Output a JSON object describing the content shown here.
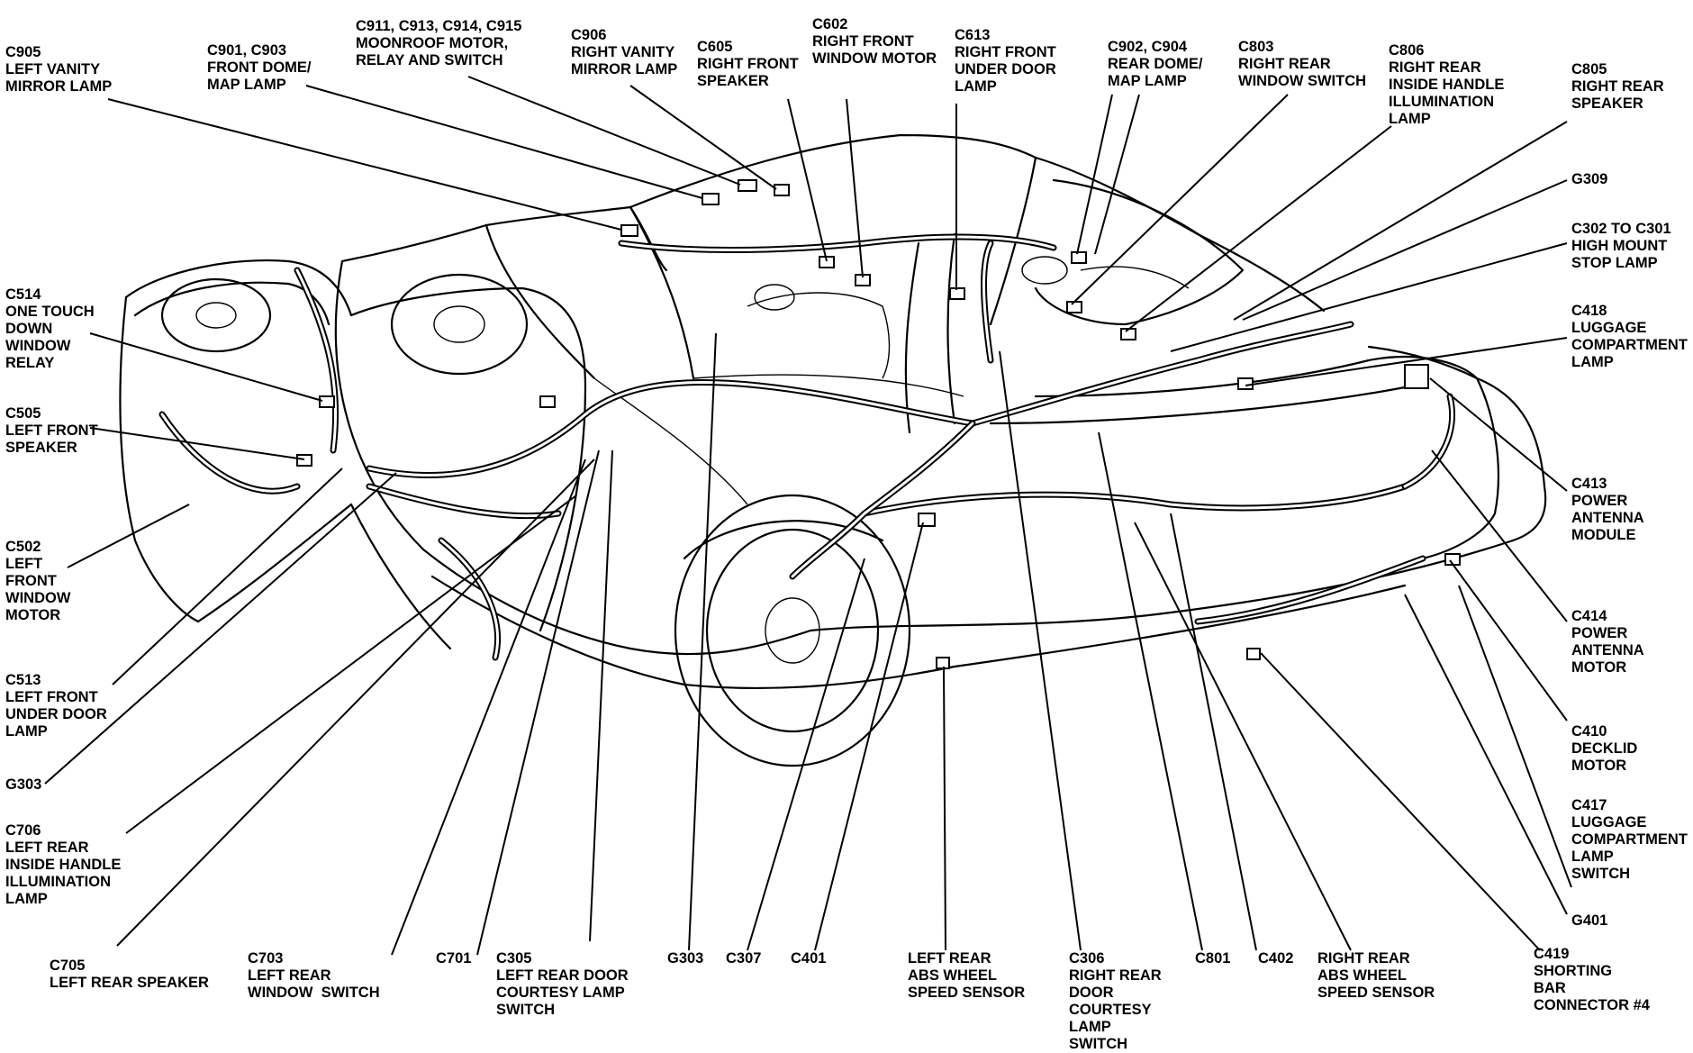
{
  "callouts": [
    {
      "id": "c905",
      "text": "C905\nLEFT VANITY\nMIRROR LAMP"
    },
    {
      "id": "c901",
      "text": "C901, C903\nFRONT DOME/\nMAP LAMP"
    },
    {
      "id": "c911",
      "text": "C911, C913, C914, C915\nMOONROOF MOTOR,\nRELAY AND SWITCH"
    },
    {
      "id": "c906",
      "text": "C906\nRIGHT VANITY\nMIRROR LAMP"
    },
    {
      "id": "c605",
      "text": "C605\nRIGHT FRONT\nSPEAKER"
    },
    {
      "id": "c602",
      "text": "C602\nRIGHT FRONT\nWINDOW MOTOR"
    },
    {
      "id": "c613",
      "text": "C613\nRIGHT FRONT\nUNDER DOOR\nLAMP"
    },
    {
      "id": "c902",
      "text": "C902, C904\nREAR DOME/\nMAP LAMP"
    },
    {
      "id": "c803",
      "text": "C803\nRIGHT REAR\nWINDOW SWITCH"
    },
    {
      "id": "c806",
      "text": "C806\nRIGHT REAR\nINSIDE HANDLE\nILLUMINATION\nLAMP"
    },
    {
      "id": "c805",
      "text": "C805\nRIGHT REAR\nSPEAKER"
    },
    {
      "id": "g309",
      "text": "G309"
    },
    {
      "id": "c302",
      "text": "C302 TO C301\nHIGH MOUNT\nSTOP LAMP"
    },
    {
      "id": "c418",
      "text": "C418\nLUGGAGE\nCOMPARTMENT\nLAMP"
    },
    {
      "id": "c413",
      "text": "C413\nPOWER\nANTENNA\nMODULE"
    },
    {
      "id": "c414",
      "text": "C414\nPOWER\nANTENNA\nMOTOR"
    },
    {
      "id": "c410",
      "text": "C410\nDECKLID\nMOTOR"
    },
    {
      "id": "c417",
      "text": "C417\nLUGGAGE\nCOMPARTMENT\nLAMP\nSWITCH"
    },
    {
      "id": "g401",
      "text": "G401"
    },
    {
      "id": "c419",
      "text": "C419\nSHORTING\nBAR\nCONNECTOR #4"
    },
    {
      "id": "rr_abs",
      "text": "RIGHT REAR\nABS WHEEL\nSPEED SENSOR"
    },
    {
      "id": "c402",
      "text": "C402"
    },
    {
      "id": "c801",
      "text": "C801"
    },
    {
      "id": "c306",
      "text": "C306\nRIGHT REAR\nDOOR\nCOURTESY\nLAMP\nSWITCH"
    },
    {
      "id": "lr_abs",
      "text": "LEFT REAR\nABS WHEEL\nSPEED SENSOR"
    },
    {
      "id": "c401",
      "text": "C401"
    },
    {
      "id": "c307",
      "text": "C307"
    },
    {
      "id": "g303b",
      "text": "G303"
    },
    {
      "id": "c305",
      "text": "C305\nLEFT REAR DOOR\nCOURTESY LAMP\nSWITCH"
    },
    {
      "id": "c701",
      "text": "C701"
    },
    {
      "id": "c703",
      "text": "C703\nLEFT REAR\nWINDOW  SWITCH"
    },
    {
      "id": "c705",
      "text": "C705\nLEFT REAR SPEAKER"
    },
    {
      "id": "c706",
      "text": "C706\nLEFT REAR\nINSIDE HANDLE\nILLUMINATION\nLAMP"
    },
    {
      "id": "g303a",
      "text": "G303"
    },
    {
      "id": "c513",
      "text": "C513\nLEFT FRONT\nUNDER DOOR\nLAMP"
    },
    {
      "id": "c502",
      "text": "C502\nLEFT\nFRONT\nWINDOW\nMOTOR"
    },
    {
      "id": "c505",
      "text": "C505\nLEFT FRONT\nSPEAKER"
    },
    {
      "id": "c514",
      "text": "C514\nONE TOUCH\nDOWN\nWINDOW\nRELAY"
    }
  ]
}
